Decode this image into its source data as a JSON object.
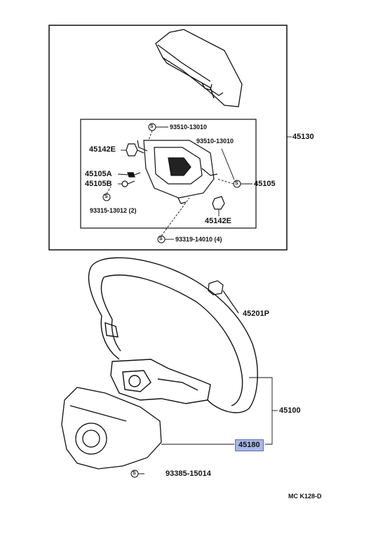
{
  "labels": {
    "p45130": "45130",
    "p93510a": "93510-13010",
    "p93510b": "93510-13010",
    "p45142e_top": "45142E",
    "p45105a": "45105A",
    "p45105b": "45105B",
    "p45105": "45105",
    "p93315": "93315-13012 (2)",
    "p45142e_bot": "45142E",
    "p93319": "93319-14010 (4)",
    "p45201p": "45201P",
    "p45100": "45100",
    "p45180": "45180",
    "p93385": "93385-15014"
  },
  "badge_letter": "S",
  "reference": "MC K128-D",
  "colors": {
    "highlight": "#a9b7e6",
    "line": "#111111"
  }
}
